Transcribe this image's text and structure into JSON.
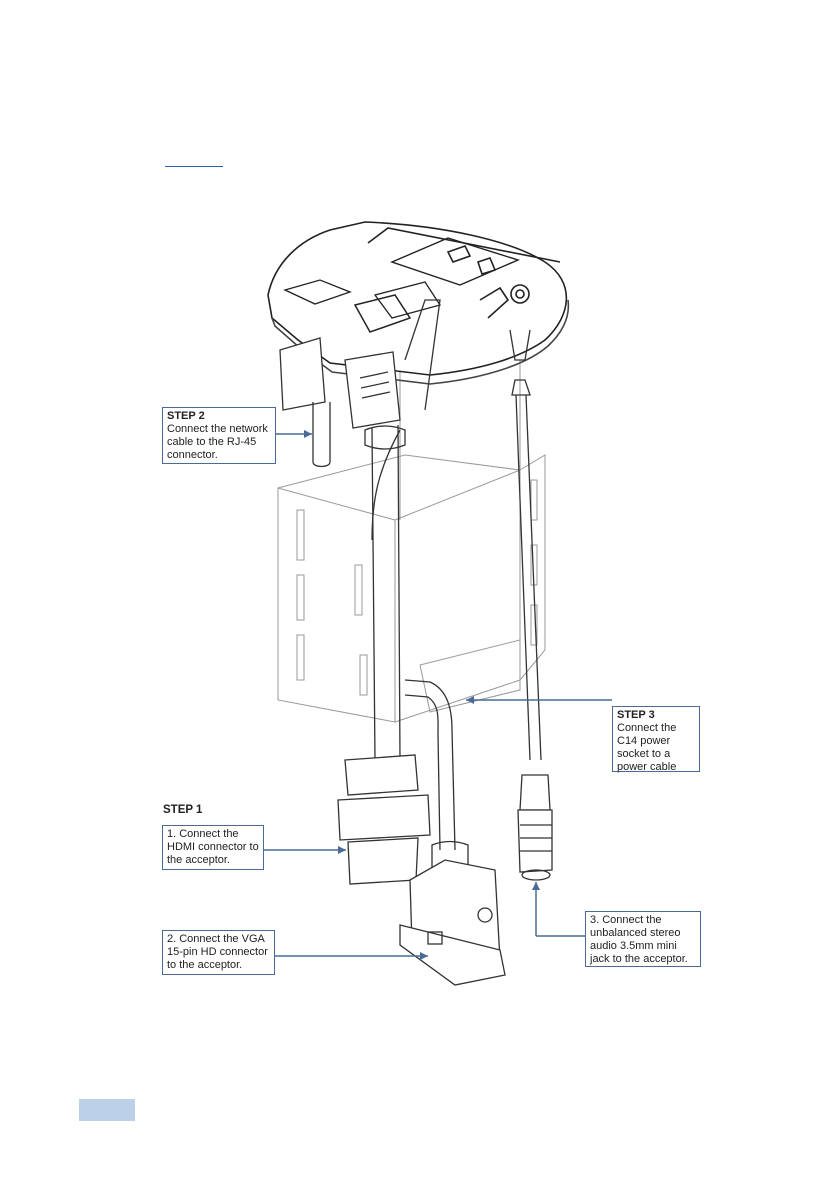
{
  "callouts": {
    "step2": {
      "title": "STEP 2",
      "text": "Connect the network cable to the RJ-45 connector."
    },
    "step3": {
      "title": "STEP 3",
      "text": "Connect the C14 power socket to a power cable"
    },
    "step1_title": "STEP 1",
    "step1_hdmi": "1. Connect the HDMI connector to the acceptor.",
    "step1_vga": "2. Connect the VGA 15-pin HD connector to the acceptor.",
    "step1_audio": "3. Connect the unbalanced stereo audio 3.5mm mini jack to the acceptor."
  },
  "colors": {
    "leader": "#4a6a98",
    "page_tab": "#bcd0ea",
    "link": "#2f5fa8"
  }
}
